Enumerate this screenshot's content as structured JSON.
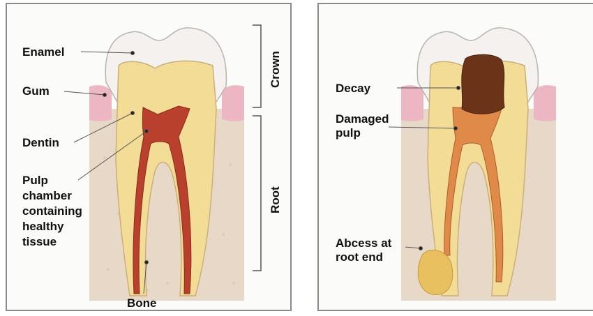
{
  "left_panel": {
    "labels": {
      "enamel": "Enamel",
      "gum": "Gum",
      "dentin": "Dentin",
      "pulp_lines": [
        "Pulp",
        "chamber",
        "containing",
        "healthy",
        "tissue"
      ],
      "bone": "Bone",
      "crown": "Crown",
      "root": "Root"
    }
  },
  "right_panel": {
    "labels": {
      "decay": "Decay",
      "damaged_pulp_lines": [
        "Damaged",
        "pulp"
      ],
      "abscess_lines": [
        "Abcess at",
        "root end"
      ]
    }
  },
  "colors": {
    "enamel": "#f4f1ee",
    "dentin": "#f3dd96",
    "gum": "#ecb7c2",
    "bone": "#e8d8c8",
    "pulp": "#b8402c",
    "decay": "#6b3418",
    "damaged_pulp": "#e08a4a",
    "abscess": "#e8c060"
  }
}
